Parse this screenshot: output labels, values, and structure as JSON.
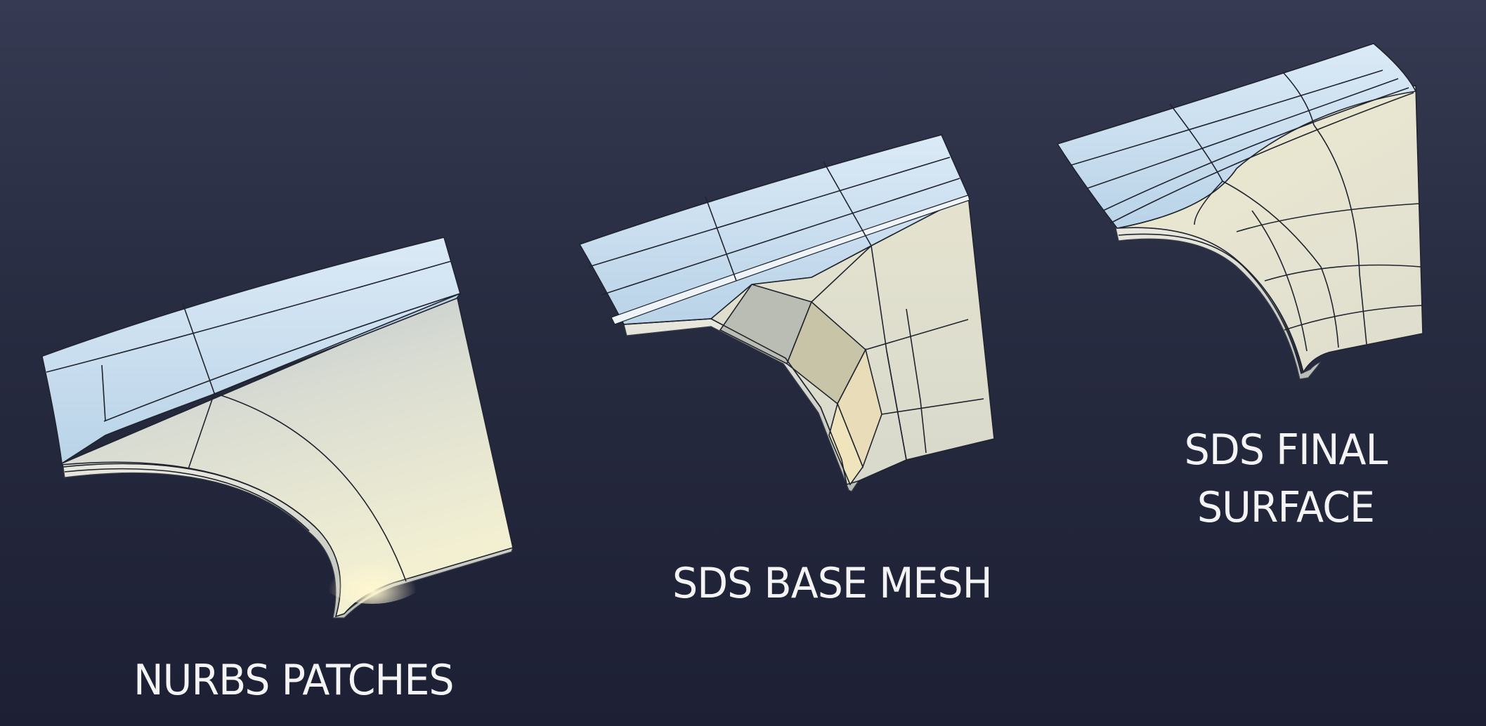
{
  "captions": {
    "nurbs": "NURBS PATCHES",
    "base": "SDS BASE MESH",
    "final_line1": "SDS FINAL",
    "final_line2": "SURFACE"
  },
  "colors": {
    "background_top": "#363a52",
    "background_bottom": "#1d2034",
    "flange_blue": "#c9e1f2",
    "panel_cream": "#ece9cf",
    "edge_lines": "#20242e",
    "caption_text": "#f4f4f4"
  }
}
